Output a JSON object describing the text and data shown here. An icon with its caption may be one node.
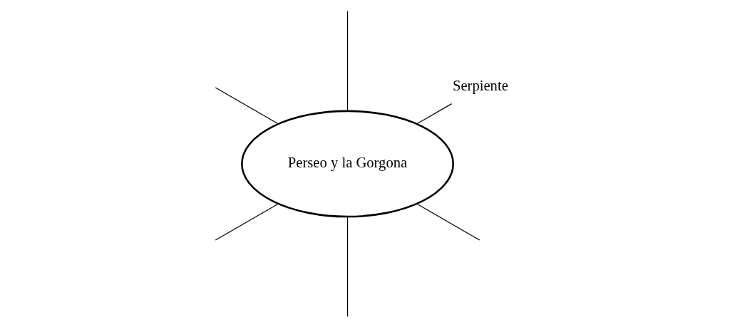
{
  "diagram": {
    "nodes": [
      {
        "text": [
          "Perseo y la Gorgona"
        ]
      },
      {
        "text": [
          "Serpiente"
        ]
      }
    ],
    "edges": [
      {
        "from": 0,
        "to": null,
        "arrow": "none"
      },
      {
        "from": 0,
        "to": null,
        "arrow": "none"
      },
      {
        "from": 0,
        "to": 1,
        "arrow": "none"
      },
      {
        "from": 0,
        "to": null,
        "arrow": "none"
      },
      {
        "from": 0,
        "to": null,
        "arrow": "none"
      },
      {
        "from": 0,
        "to": null,
        "arrow": "none"
      }
    ]
  }
}
